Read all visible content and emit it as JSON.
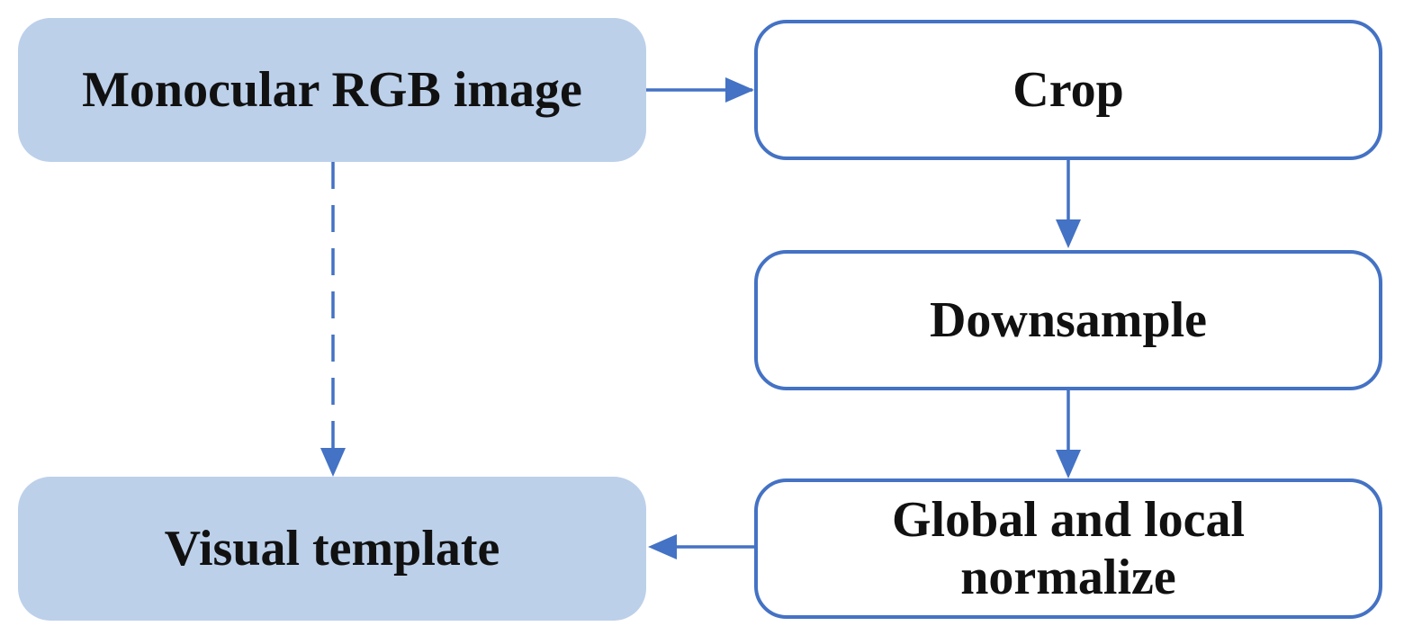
{
  "diagram": {
    "nodes": {
      "input": "Monocular RGB image",
      "crop": "Crop",
      "downsample": "Downsample",
      "normalize": "Global and local\nnormalize",
      "output": "Visual template"
    },
    "edges": [
      {
        "from": "input",
        "to": "crop",
        "style": "solid"
      },
      {
        "from": "crop",
        "to": "downsample",
        "style": "solid"
      },
      {
        "from": "downsample",
        "to": "normalize",
        "style": "solid"
      },
      {
        "from": "normalize",
        "to": "output",
        "style": "solid"
      },
      {
        "from": "input",
        "to": "output",
        "style": "dashed"
      }
    ],
    "colors": {
      "edge": "#4472c4",
      "filled_node": "#bcd0ea",
      "outlined_border": "#4472c4"
    }
  }
}
